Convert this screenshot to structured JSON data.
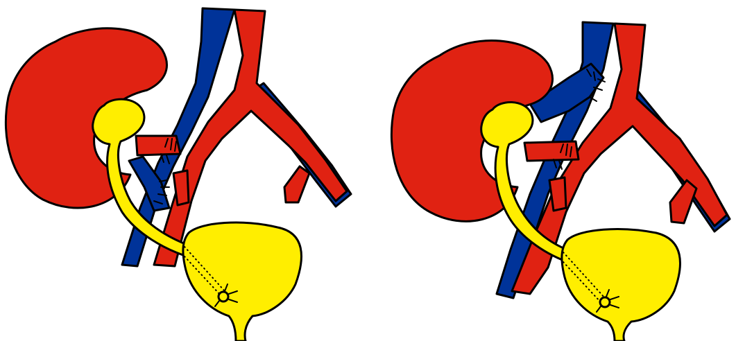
{
  "colors": {
    "artery": "#E02212",
    "vein": "#003399",
    "urinary": "#FFEE00",
    "outline": "#000000",
    "background": "#FFFFFF"
  },
  "panels": [
    {
      "id": "left",
      "structures": [
        "kidney",
        "renal-vein",
        "renal-artery",
        "ureter",
        "bladder",
        "iliac-vessels",
        "anastomosis-sutures"
      ]
    },
    {
      "id": "right",
      "structures": [
        "kidney",
        "renal-vein",
        "renal-artery",
        "ureter",
        "bladder",
        "iliac-vessels",
        "anastomosis-sutures"
      ]
    }
  ]
}
